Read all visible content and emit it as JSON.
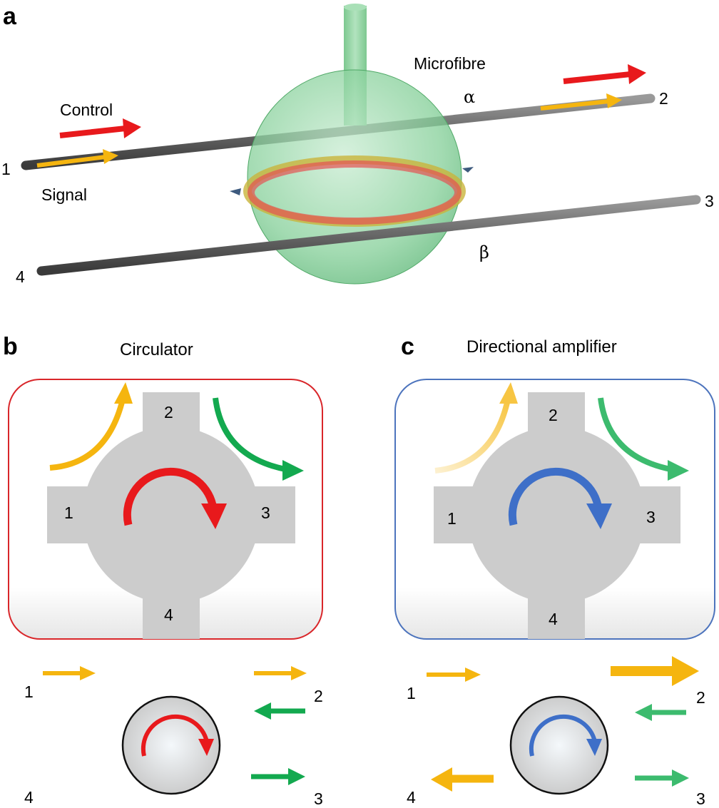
{
  "panel_a": {
    "letter": "a",
    "microfibre_label": "Microfibre",
    "control_label": "Control",
    "signal_label": "Signal",
    "alpha_label": "α",
    "beta_label": "β",
    "ports": [
      "1",
      "2",
      "3",
      "4"
    ]
  },
  "panel_b": {
    "letter": "b",
    "title": "Circulator",
    "ports": [
      "1",
      "2",
      "3",
      "4"
    ],
    "bottom_ports": [
      "1",
      "2",
      "4",
      "3"
    ]
  },
  "panel_c": {
    "letter": "c",
    "title": "Directional amplifier",
    "ports": [
      "1",
      "2",
      "3",
      "4"
    ],
    "bottom_ports": [
      "1",
      "2",
      "4",
      "3"
    ]
  },
  "colors": {
    "control": "#e8191c",
    "signal": "#f5b50f",
    "green": "#13a94f",
    "blue": "#3e6fc8",
    "circulator_frame": "#d9262a",
    "amplifier_frame": "#4d74bd",
    "junction_gray": "#cccccc",
    "fibre_gray": "#5a5a5a",
    "sphere_green": "#8fd6a2"
  }
}
